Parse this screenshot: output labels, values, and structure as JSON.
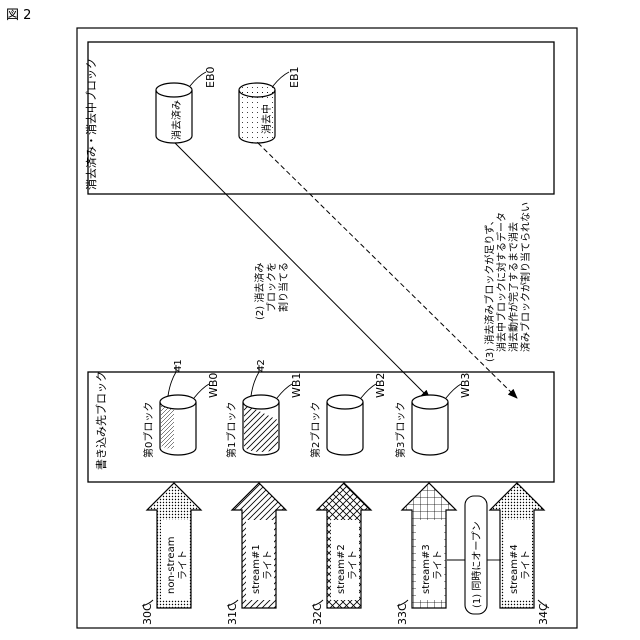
{
  "figure_label": "図 2",
  "top_box": {
    "title": "消去済み・消去中ブロック",
    "blocks": [
      {
        "id": "EB0",
        "content": "消去済み"
      },
      {
        "id": "EB1",
        "content": "消去中"
      }
    ]
  },
  "bottom_box": {
    "title": "書き込み先ブロック",
    "blocks": [
      {
        "id": "WB0",
        "label": "第0ブロック",
        "ref": "41"
      },
      {
        "id": "WB1",
        "label": "第1ブロック",
        "ref": "42"
      },
      {
        "id": "WB2",
        "label": "第2ブロック"
      },
      {
        "id": "WB3",
        "label": "第3ブロック"
      }
    ]
  },
  "annotations": {
    "allocate": [
      "(2) 消去済み",
      "ブロックを",
      "割り当てる"
    ],
    "insufficient": [
      "(3) 消去済みブロックが足りず、",
      "消去中ブロックに対するデータ",
      "消去動作が完了するまで消去",
      "済みブロックが割り当てられない"
    ],
    "open": "(1) 同時にオープン"
  },
  "streams": [
    {
      "ref": "30C",
      "line1": "non-stream",
      "line2": "ライト"
    },
    {
      "ref": "31C",
      "line1": "stream#1",
      "line2": "ライト"
    },
    {
      "ref": "32C",
      "line1": "stream#2",
      "line2": "ライト"
    },
    {
      "ref": "33C",
      "line1": "stream#3",
      "line2": "ライト"
    },
    {
      "ref": "34C",
      "line1": "stream#4",
      "line2": "ライト"
    }
  ]
}
